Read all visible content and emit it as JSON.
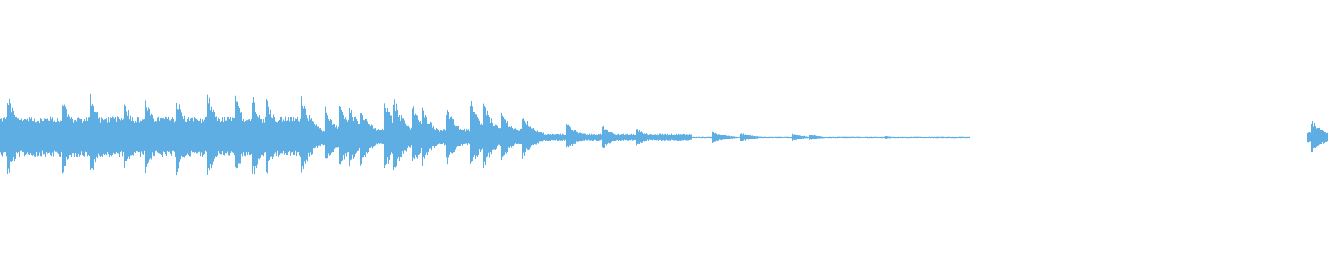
{
  "waveform": {
    "color": "#5faee3",
    "background": "#ffffff",
    "segments": [
      {
        "name": "intro-dense",
        "level": 0.42
      },
      {
        "name": "mid-transients",
        "level": 0.3
      },
      {
        "name": "decay-tail",
        "level": 0.05
      },
      {
        "name": "silence",
        "level": 0.0
      },
      {
        "name": "end-burst",
        "level": 0.22
      }
    ]
  }
}
